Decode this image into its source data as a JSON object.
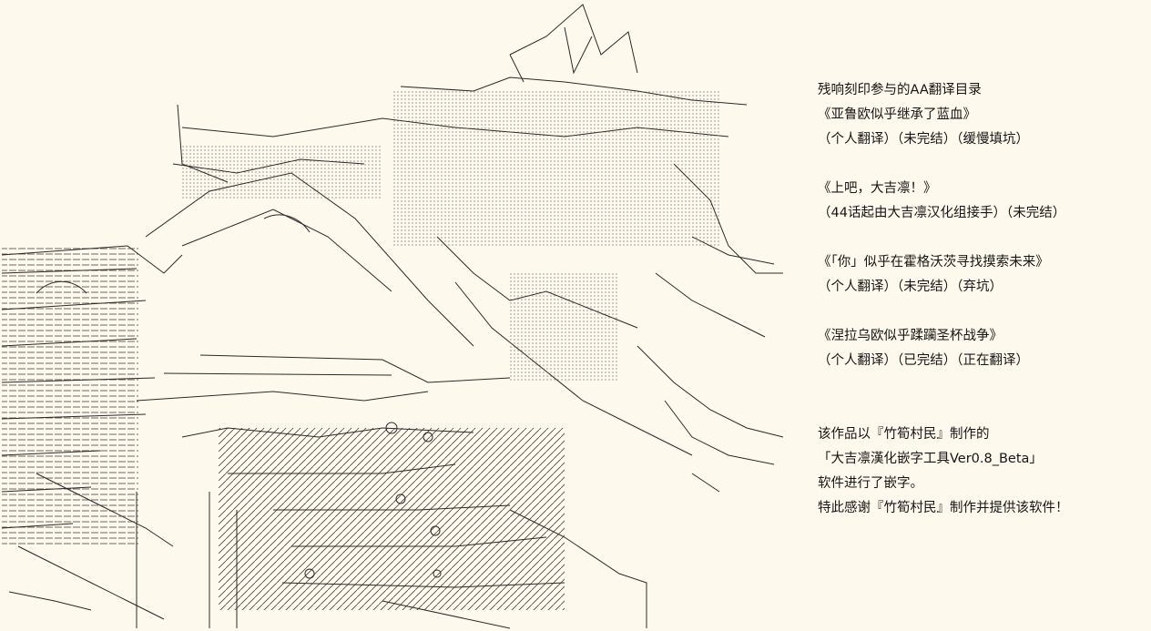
{
  "catalog": {
    "heading": "残响刻印参与的AA翻译目录",
    "entries": [
      {
        "title": "《亚鲁欧似乎继承了蓝血》",
        "status": "（个人翻译）（未完结）（缓慢填坑）"
      },
      {
        "title": "《上吧，大吉凛！》",
        "status": "（44话起由大吉凛汉化组接手）（未完结）"
      },
      {
        "title": "《「你」似乎在霍格沃茨寻找摸索未来》",
        "status": "（个人翻译）（未完结）（弃坑）"
      },
      {
        "title": "《涅拉乌欧似乎蹂躏圣杯战争》",
        "status": "（个人翻译）（已完结）（正在翻译）"
      }
    ]
  },
  "credits": {
    "line1": "该作品以『竹筍村民』制作的",
    "line2": "「大吉凛漢化嵌字工具Ver0.8_Beta」",
    "line3": "软件进行了嵌字。",
    "line4": "特此感谢『竹筍村民』制作并提供该软件！"
  },
  "colors": {
    "background": "#fdf9ec",
    "ink": "#1a1a1a"
  }
}
